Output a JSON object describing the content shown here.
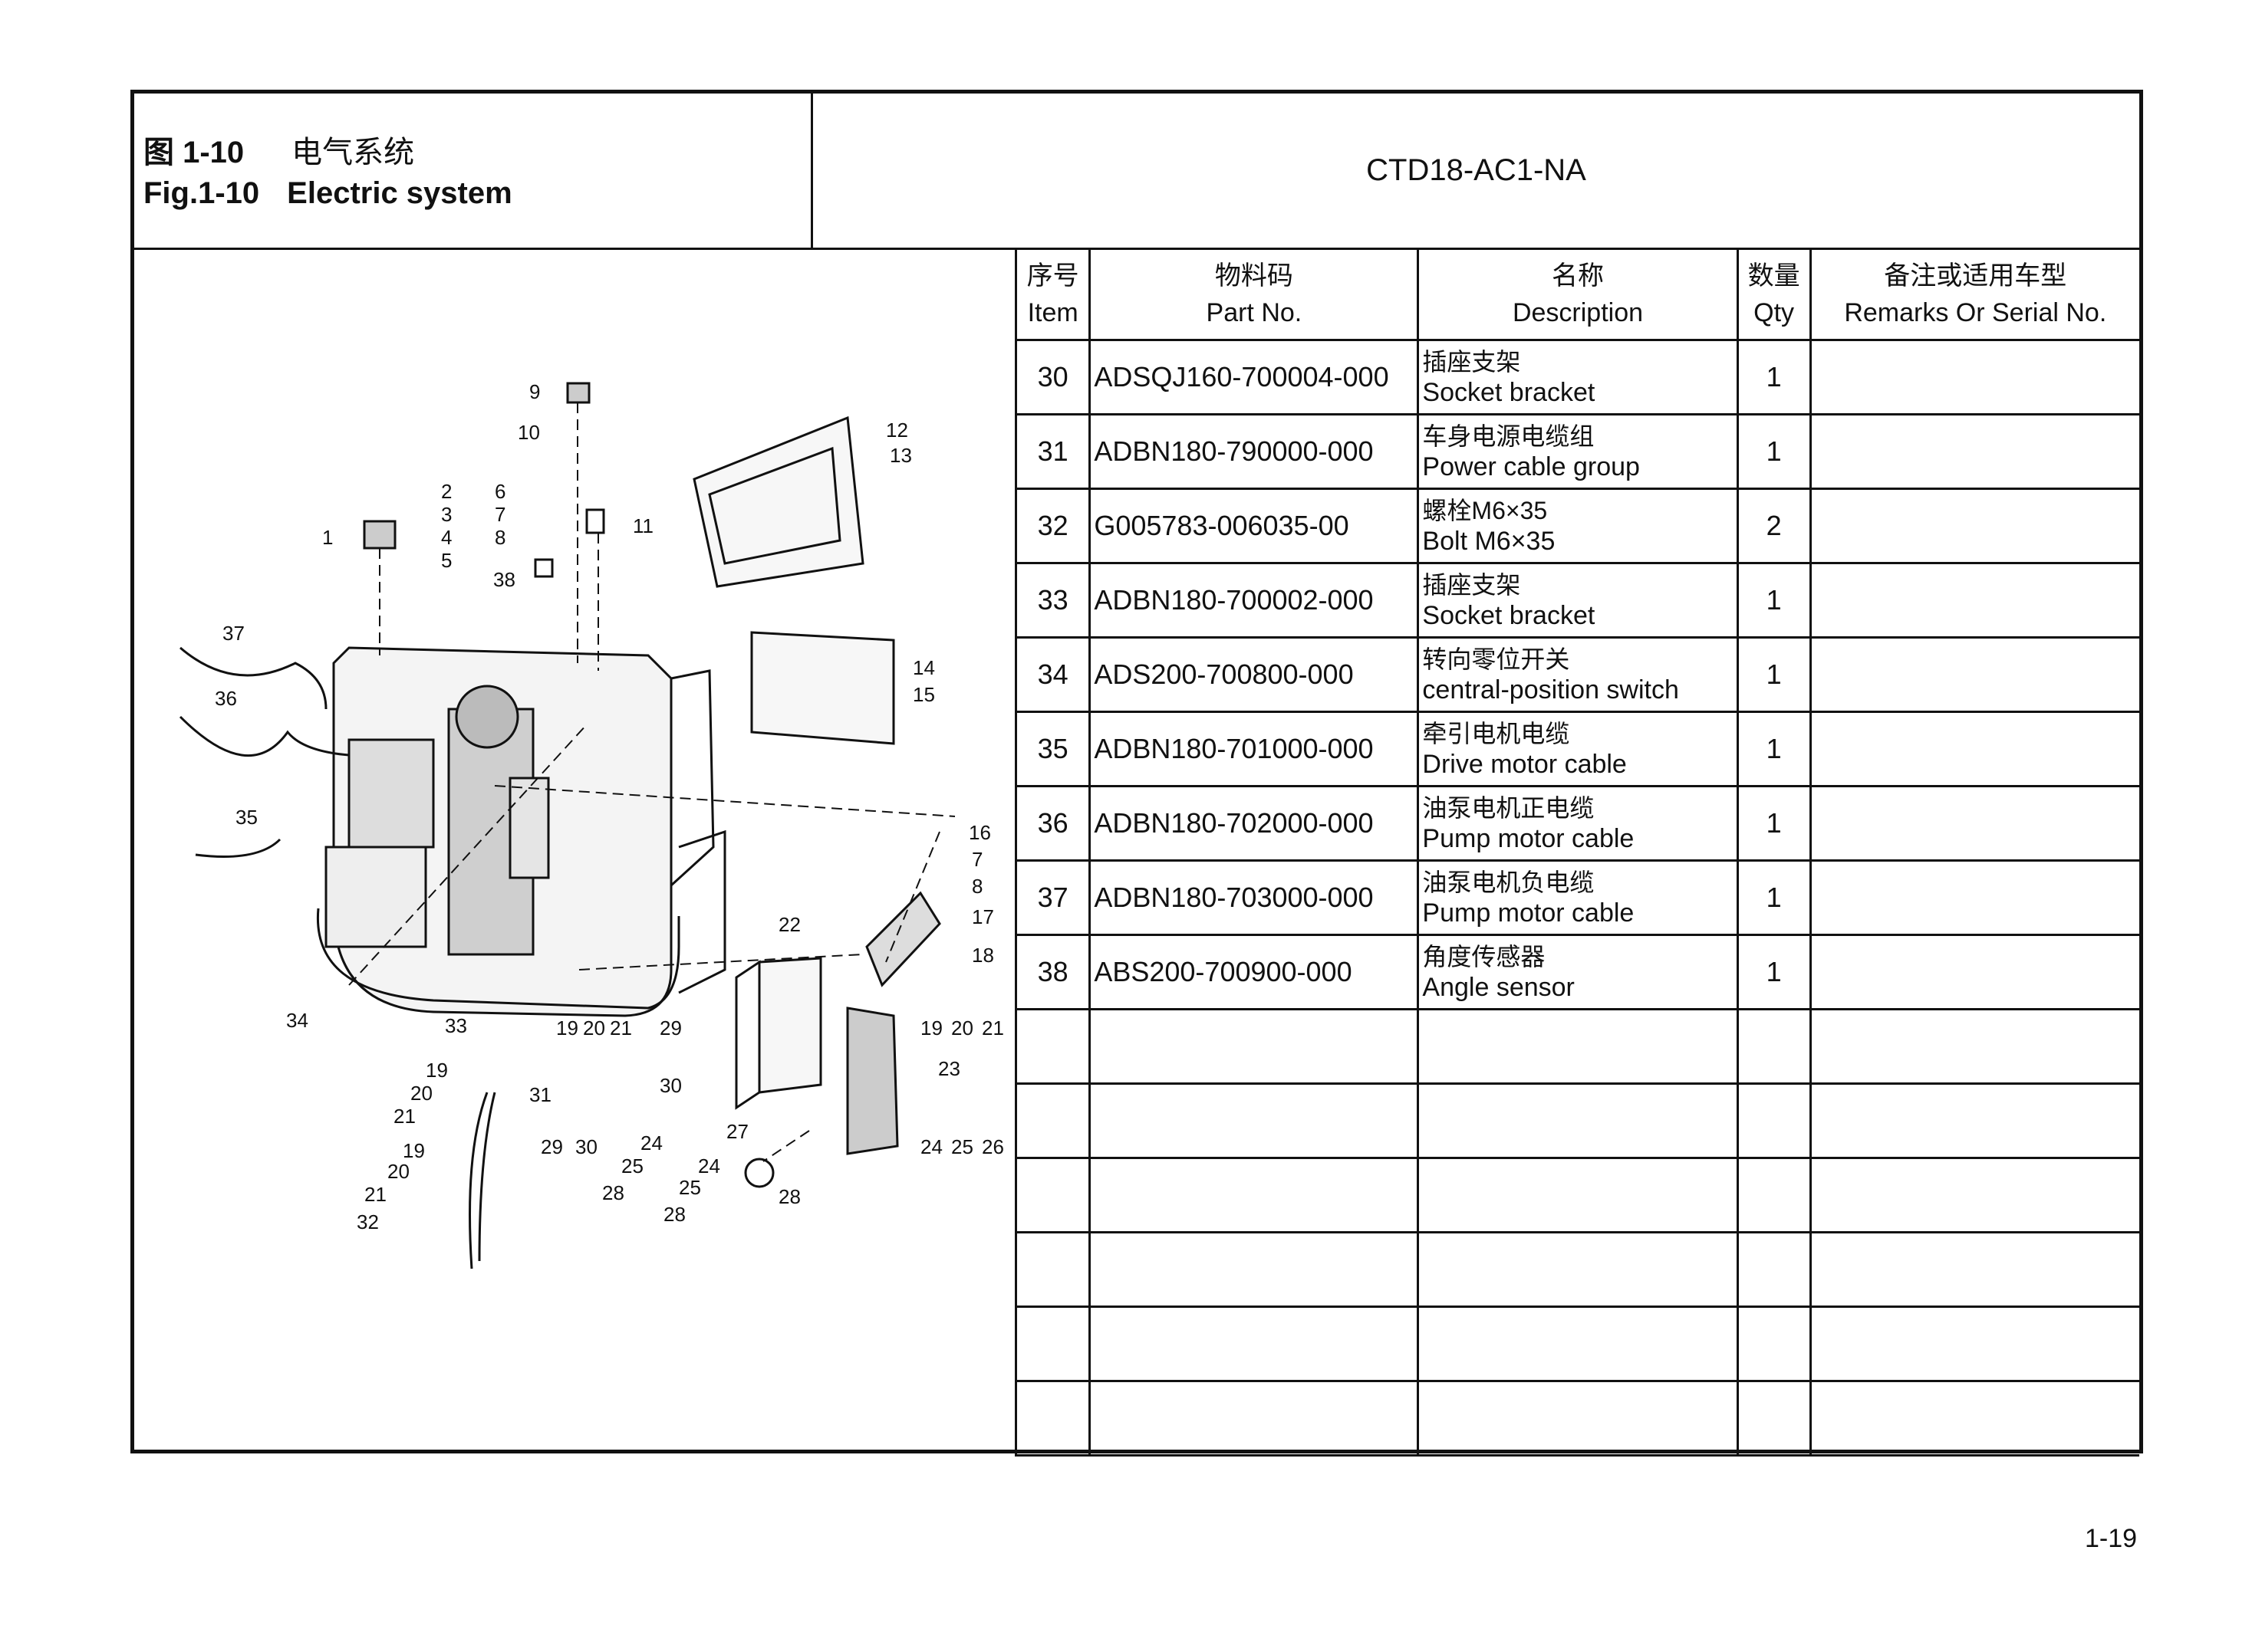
{
  "header": {
    "figure_cn": "图 1-10",
    "title_cn": "电气系统",
    "figure_en": "Fig.1-10",
    "title_en": "Electric system",
    "model": "CTD18-AC1-NA"
  },
  "table": {
    "columns": [
      {
        "cn": "序号",
        "en": "Item"
      },
      {
        "cn": "物料码",
        "en": "Part No."
      },
      {
        "cn": "名称",
        "en": "Description"
      },
      {
        "cn": "数量",
        "en": "Qty"
      },
      {
        "cn": "备注或适用车型",
        "en": "Remarks Or Serial No."
      }
    ],
    "rows": [
      {
        "item": "30",
        "part": "ADSQJ160-700004-000",
        "cn": "插座支架",
        "en": "Socket bracket",
        "qty": "1",
        "remarks": ""
      },
      {
        "item": "31",
        "part": "ADBN180-790000-000",
        "cn": "车身电源电缆组",
        "en": "Power cable group",
        "qty": "1",
        "remarks": ""
      },
      {
        "item": "32",
        "part": "G005783-006035-00",
        "cn": "螺栓M6×35",
        "en": "Bolt M6×35",
        "qty": "2",
        "remarks": ""
      },
      {
        "item": "33",
        "part": "ADBN180-700002-000",
        "cn": "插座支架",
        "en": "Socket bracket",
        "qty": "1",
        "remarks": ""
      },
      {
        "item": "34",
        "part": "ADS200-700800-000",
        "cn": "转向零位开关",
        "en": "central-position switch",
        "qty": "1",
        "remarks": ""
      },
      {
        "item": "35",
        "part": "ADBN180-701000-000",
        "cn": "牵引电机电缆",
        "en": "Drive motor cable",
        "qty": "1",
        "remarks": ""
      },
      {
        "item": "36",
        "part": "ADBN180-702000-000",
        "cn": "油泵电机正电缆",
        "en": "Pump motor cable",
        "qty": "1",
        "remarks": ""
      },
      {
        "item": "37",
        "part": "ADBN180-703000-000",
        "cn": "油泵电机负电缆",
        "en": "Pump motor cable",
        "qty": "1",
        "remarks": ""
      },
      {
        "item": "38",
        "part": "ABS200-700900-000",
        "cn": "角度传感器",
        "en": "Angle sensor",
        "qty": "1",
        "remarks": ""
      }
    ],
    "empty_rows": 6
  },
  "diagram": {
    "callouts": [
      "1",
      "2",
      "3",
      "4",
      "5",
      "6",
      "7",
      "8",
      "9",
      "10",
      "11",
      "12",
      "13",
      "14",
      "15",
      "16",
      "7",
      "8",
      "17",
      "18",
      "19",
      "20",
      "21",
      "22",
      "23",
      "24",
      "25",
      "26",
      "27",
      "28",
      "29",
      "30",
      "31",
      "32",
      "33",
      "34",
      "35",
      "36",
      "37",
      "38",
      "19",
      "20",
      "21",
      "19",
      "20",
      "21",
      "24",
      "25",
      "28",
      "24",
      "25",
      "28",
      "19",
      "20",
      "21",
      "29",
      "30"
    ]
  },
  "page_number": "1-19"
}
